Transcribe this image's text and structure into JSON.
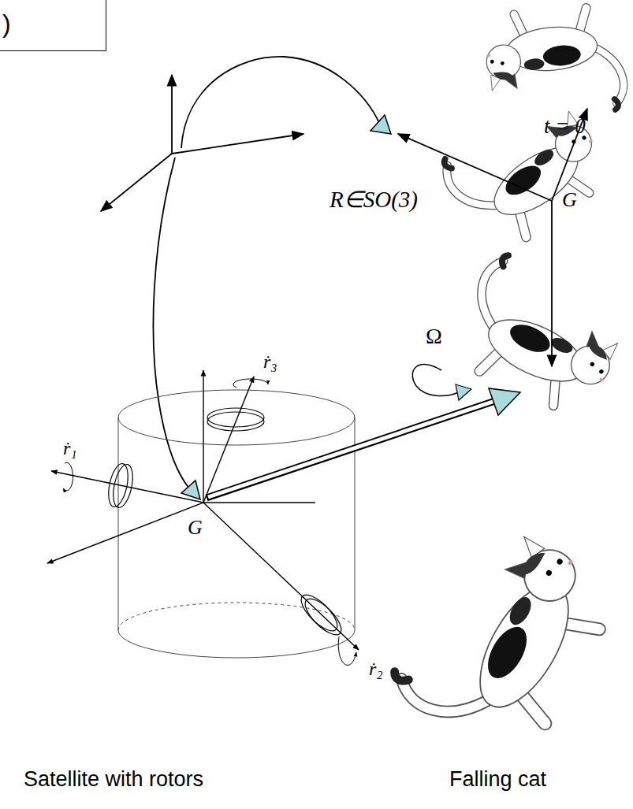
{
  "diagram": {
    "nodes": [
      {
        "text": [
          ")"
        ]
      }
    ],
    "labels": [
      "t = 0",
      "G",
      "R∈SO(3)",
      "Ω",
      "ṙ₃",
      "ṙ₁",
      "ṙ₂",
      "G",
      "Satellite with rotors",
      "Falling cat"
    ]
  }
}
